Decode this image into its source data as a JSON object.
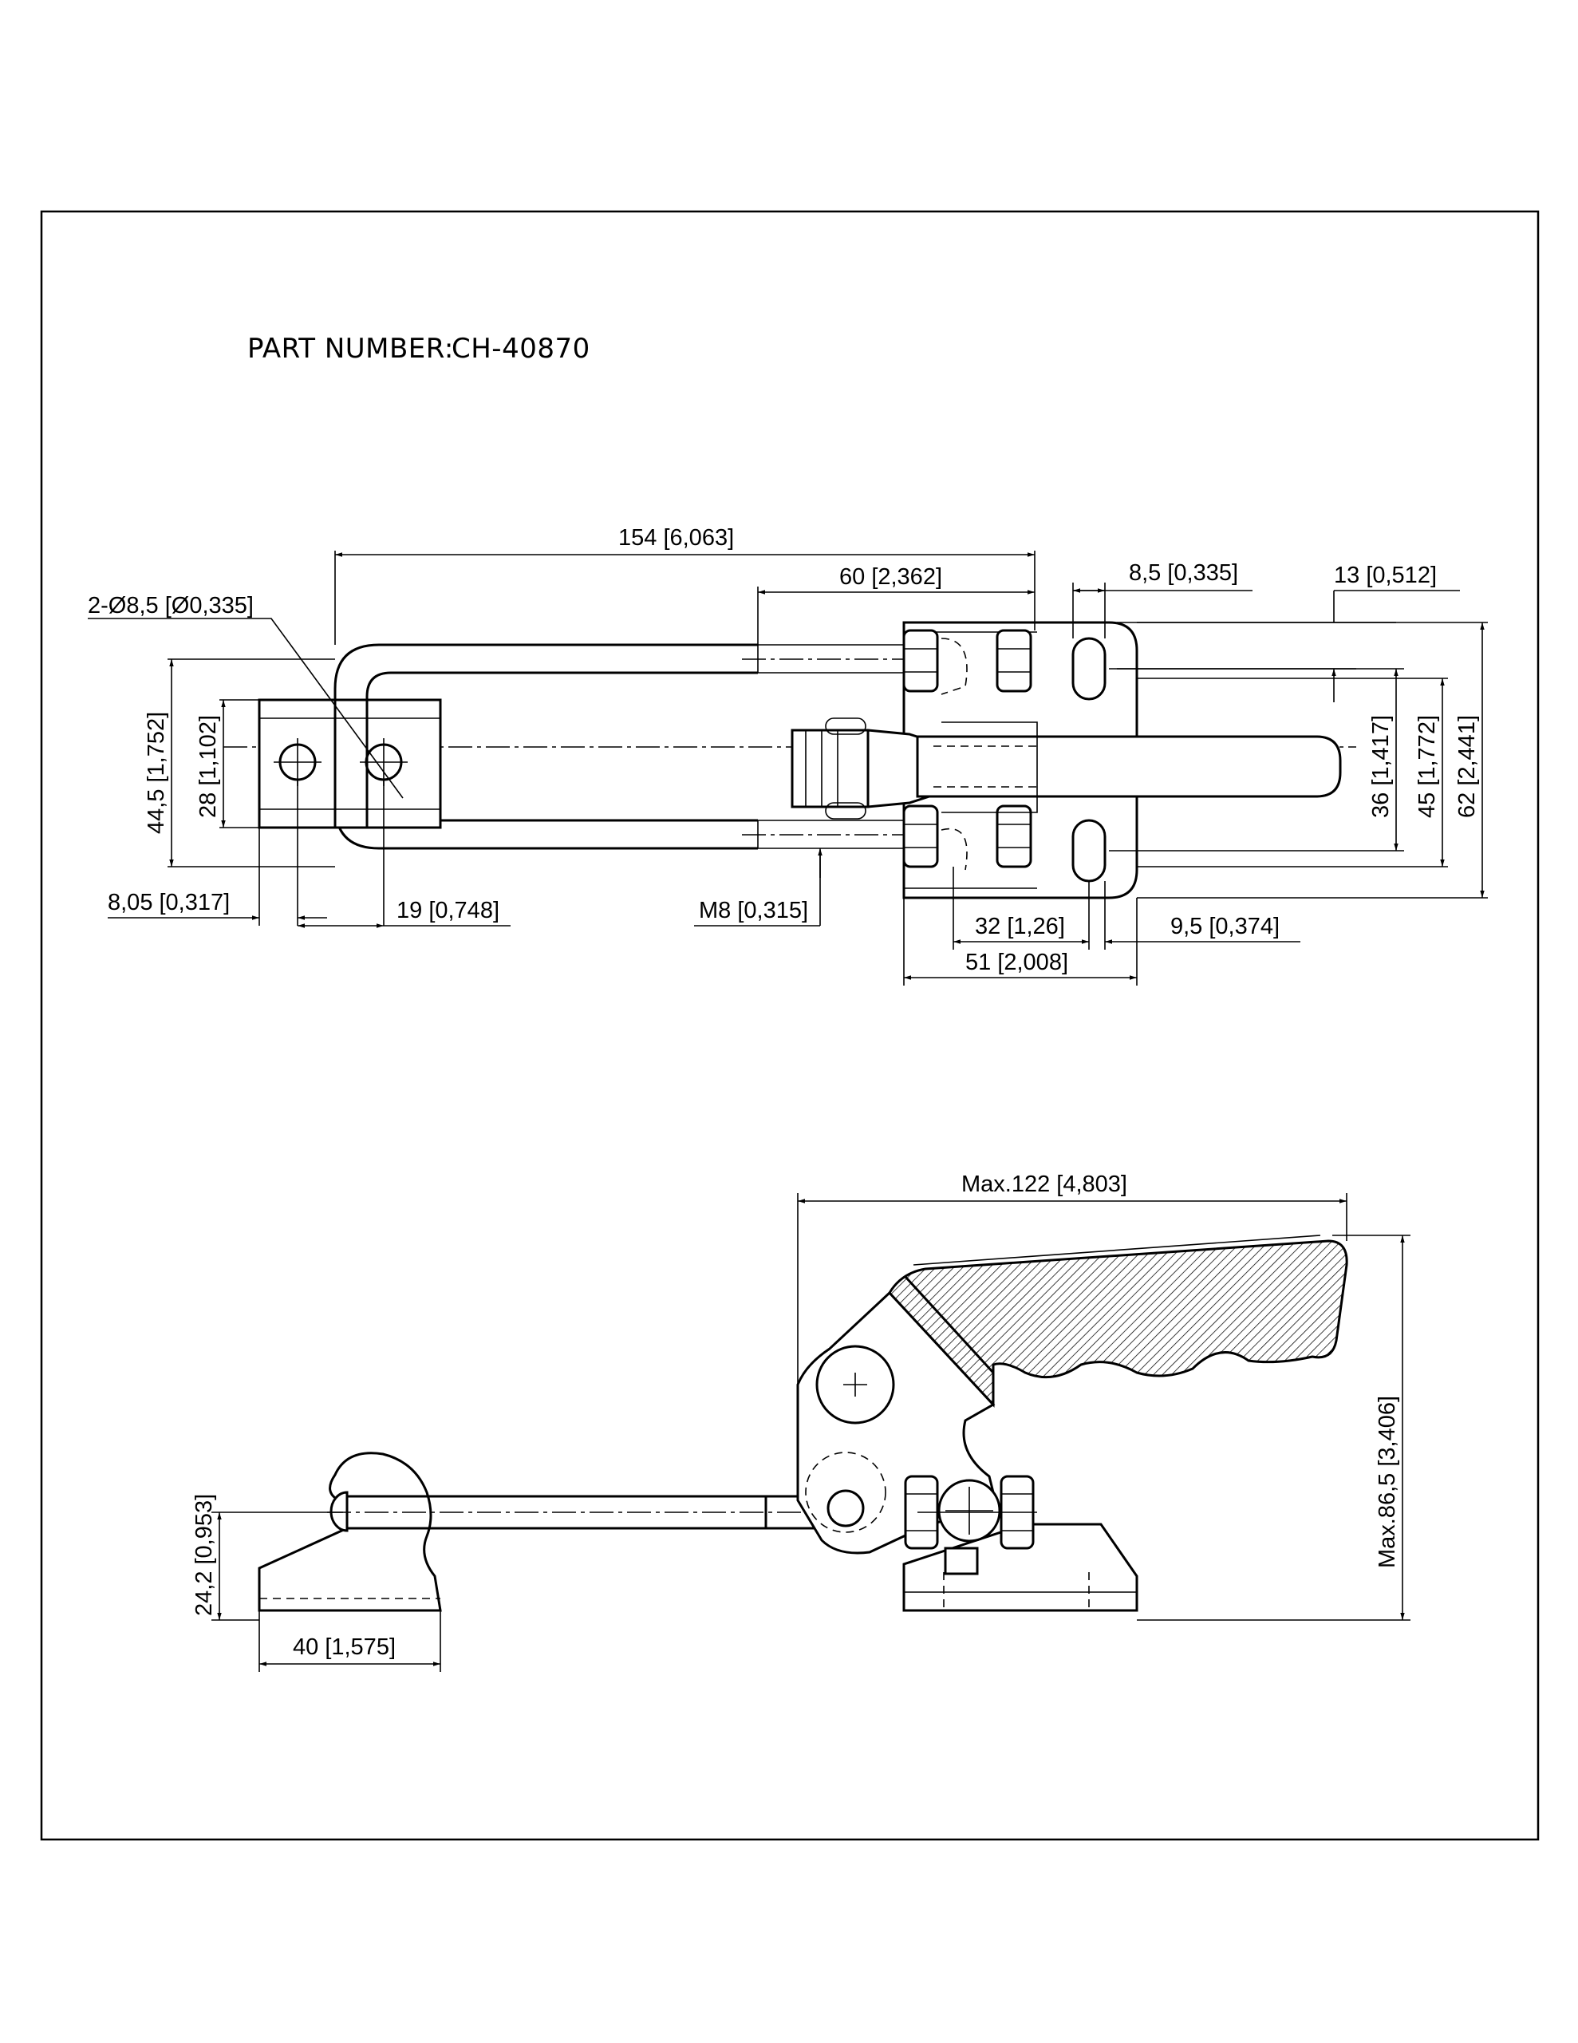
{
  "title": {
    "label": "PART NUMBER:",
    "value": "CH-40870"
  },
  "top_view": {
    "dims": {
      "overall_length": "154 [6,063]",
      "plate_to_end": "60 [2,362]",
      "slot_width": "8,5 [0,335]",
      "slot_offset": "13 [0,512]",
      "hole_dia": "2-Ø8,5 [Ø0,335]",
      "loop_width": "44,5 [1,752]",
      "catch_height": "28 [1,102]",
      "hole_to_edge": "8,05 [0,317]",
      "hole_spacing": "19 [0,748]",
      "thread": "M8 [0,315]",
      "bolt_spacing": "32 [1,26]",
      "slot_to_edge": "9,5 [0,374]",
      "base_length": "51 [2,008]",
      "slot_spacing": "36 [1,417]",
      "plate_inner_height": "45 [1,772]",
      "plate_height": "62 [2,441]"
    }
  },
  "side_view": {
    "dims": {
      "max_length": "Max.122 [4,803]",
      "max_height": "Max.86,5 [3,406]",
      "catch_height": "24,2 [0,953]",
      "catch_length": "40 [1,575]"
    }
  }
}
